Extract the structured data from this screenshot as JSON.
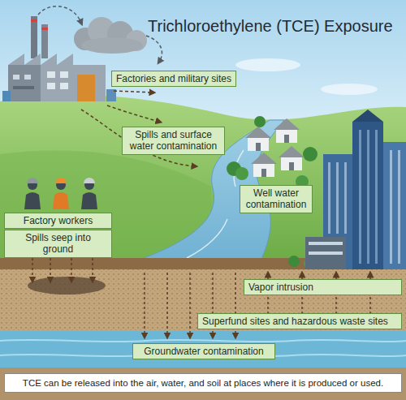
{
  "diagram": {
    "title": "Trichloroethylene (TCE) Exposure",
    "caption": "TCE can be released into the air, water, and soil at places where it is produced or used.",
    "nodes": [
      {
        "text": [
          "Factories and military sites"
        ]
      },
      {
        "text": [
          "Spills and surface water contamination"
        ]
      },
      {
        "text": [
          "Well water contamination"
        ]
      },
      {
        "text": [
          "Factory workers"
        ]
      },
      {
        "text": [
          "Spills seep into ground"
        ]
      },
      {
        "text": [
          "Vapor intrusion"
        ]
      },
      {
        "text": [
          "Superfund sites and hazardous waste sites"
        ]
      },
      {
        "text": [
          "Groundwater contamination"
        ]
      }
    ]
  }
}
